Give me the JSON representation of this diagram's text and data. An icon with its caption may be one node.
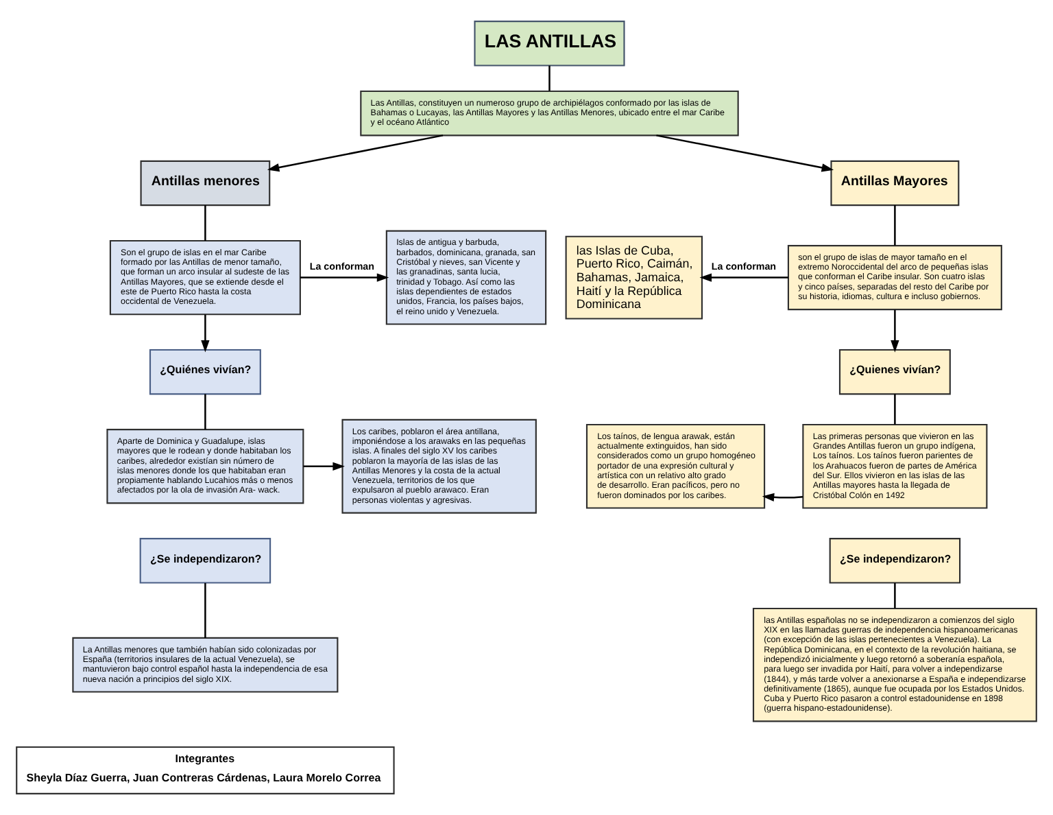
{
  "diagram": {
    "nodes": [
      {
        "text": [
          "LAS ANTILLAS"
        ]
      },
      {
        "text": [
          "Las Antillas, constituyen un numeroso grupo de archipiélagos conformado por las islas de Bahamas o Lucayas, las Antillas Mayores y las Antillas Menores, ubicado entre el mar Caribe y el océano Atlántico"
        ]
      },
      {
        "text": [
          "Antillas menores"
        ]
      },
      {
        "text": [
          "Son el grupo de islas en el mar Caribe formado por las Antillas de menor tamaño, que forman un arco insular al sudeste de las Antillas Mayores, que se extiende desde el este de Puerto Rico hasta la costa occidental de Venezuela."
        ]
      },
      {
        "text": [
          "Islas de antigua y barbuda, barbados, dominicana, granada, san Cristóbal y nieves, san Vicente y las granadinas, santa lucia, trinidad y Tobago. Así como las islas dependientes de estados unidos, Francia, los países bajos, el reino unido y Venezuela."
        ]
      },
      {
        "text": [
          "¿Quiénes vivían?"
        ]
      },
      {
        "text": [
          "Aparte de Dominica y Guadalupe, islas mayores que le rodean y donde habitaban los caribes, alrededor existían sin número de islas menores donde los que habitaban eran propiamente hablando Lucahios más o menos afectados por la ola de invasión Ara- wack."
        ]
      },
      {
        "text": [
          "Los caribes, poblaron el área antillana, imponiéndose a los arawaks en las pequeñas islas. A finales del siglo XV los caribes poblaron la mayoría de las islas de las Antillas Menores y la costa de la actual Venezuela, territorios de los que expulsaron al pueblo arawaco. Eran personas violentas y agresivas."
        ]
      },
      {
        "text": [
          "¿Se independizaron?"
        ]
      },
      {
        "text": [
          "La Antillas menores que también habían sido colonizadas por España (territorios insulares de la actual Venezuela), se mantuvieron bajo control español hasta la independencia de esa nueva nación a principios del siglo XIX."
        ]
      },
      {
        "text": [
          "Antillas Mayores"
        ]
      },
      {
        "text": [
          "las Islas de Cuba, Puerto Rico, Caimán, Bahamas, Jamaica, Haití y la República Dominicana"
        ]
      },
      {
        "text": [
          "son el grupo de islas de mayor tamaño en el extremo Noroccidental del arco de pequeñas islas que conforman el Caribe insular. Son cuatro islas y cinco países, separadas del resto del Caribe por su historia, idiomas, cultura e incluso gobiernos."
        ]
      },
      {
        "text": [
          "¿Quienes vivían?"
        ]
      },
      {
        "text": [
          "Los taínos, de lengua arawak, están actualmente extinguidos, han sido considerados como un grupo homogéneo portador de una expresión cultural y artística con un relativo alto grado de desarrollo. Eran pacíficos, pero no fueron dominados por los caribes."
        ]
      },
      {
        "text": [
          "Las primeras personas que vivieron en las Grandes Antillas fueron un grupo indígena, Los taínos. Los taínos fueron parientes de los Arahuacos fueron de partes de América del Sur. Ellos vivieron en las islas de las Antillas mayores hasta la llegada de Cristóbal Colón en 1492"
        ]
      },
      {
        "text": [
          "¿Se independizaron?"
        ]
      },
      {
        "text": [
          "las Antillas españolas no se independizaron a comienzos del siglo XIX en las llamadas guerras de independencia hispanoamericanas (con excepción de las islas pertenecientes a Venezuela). La República Dominicana, en el contexto de la revolución haitiana, se independizó inicialmente y luego retornó a soberanía española, para luego ser invadida por Haití, para volver a independizarse (1844), y más tarde volver a anexionarse a España e independizarse definitivamente (1865), aunque fue ocupada por los Estados Unidos. Cuba y Puerto Rico pasaron a control estadounidense en 1898 (guerra hispano-estadounidense)."
        ]
      },
      {
        "text": [
          "Integrantes",
          "Sheyla Díaz Guerra, Juan Contreras Cárdenas, Laura Morelo Correa"
        ]
      }
    ],
    "edges": [
      {
        "from": 0,
        "to": 1,
        "arrow": "none"
      },
      {
        "from": 1,
        "to": 2,
        "arrow": "to"
      },
      {
        "from": 1,
        "to": 10,
        "arrow": "to"
      },
      {
        "from": 2,
        "to": 3,
        "arrow": "none"
      },
      {
        "from": 3,
        "to": 4,
        "arrow": "to",
        "label": "La conforman"
      },
      {
        "from": 3,
        "to": 5,
        "arrow": "to"
      },
      {
        "from": 5,
        "to": 6,
        "arrow": "none"
      },
      {
        "from": 6,
        "to": 7,
        "arrow": "to"
      },
      {
        "from": 8,
        "to": 9,
        "arrow": "none"
      },
      {
        "from": 10,
        "to": 12,
        "arrow": "none"
      },
      {
        "from": 12,
        "to": 11,
        "arrow": "to",
        "label": "La conforman"
      },
      {
        "from": 12,
        "to": 13,
        "arrow": "to"
      },
      {
        "from": 13,
        "to": 15,
        "arrow": "none"
      },
      {
        "from": 15,
        "to": 14,
        "arrow": "to"
      },
      {
        "from": 16,
        "to": 17,
        "arrow": "none"
      }
    ]
  }
}
